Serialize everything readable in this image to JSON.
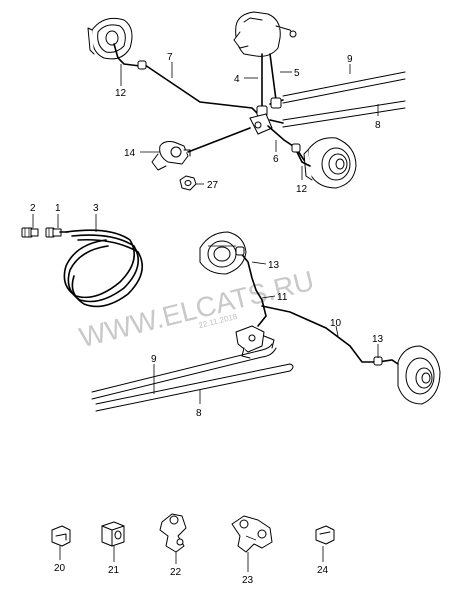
{
  "watermark": {
    "text": "WWW.ELCATS.RU",
    "date": "22.11.2018"
  },
  "callouts": {
    "c1": "1",
    "c2": "2",
    "c3": "3",
    "c4": "4",
    "c5": "5",
    "c6": "6",
    "c7": "7",
    "c8a": "8",
    "c8b": "8",
    "c9a": "9",
    "c9b": "9",
    "c10": "10",
    "c11": "11",
    "c12a": "12",
    "c12b": "12",
    "c13a": "13",
    "c13b": "13",
    "c14": "14",
    "c20": "20",
    "c21": "21",
    "c22": "22",
    "c23": "23",
    "c24": "24",
    "c27": "27"
  }
}
